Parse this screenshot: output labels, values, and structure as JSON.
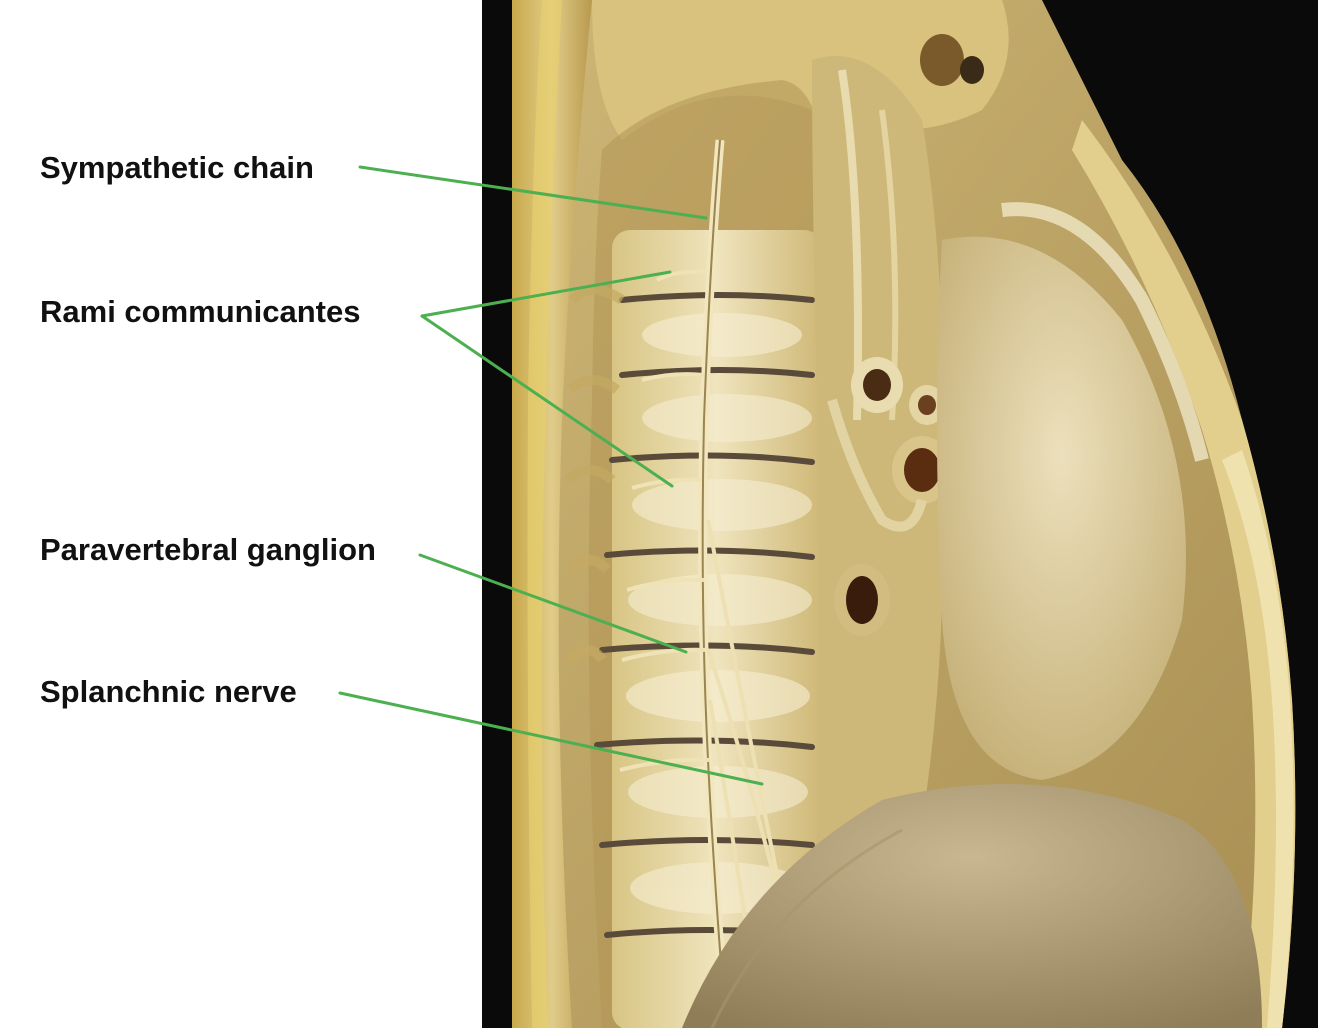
{
  "labels": {
    "sympathetic_chain": "Sympathetic chain",
    "rami_communicantes": "Rami communicantes",
    "paravertebral_ganglion": "Paravertebral ganglion",
    "splanchnic_nerve": "Splanchnic nerve"
  },
  "colors": {
    "leader_line": "#4caf50",
    "label_text": "#111111",
    "photo_background": "#0a0a0a",
    "tissue_base": "#d9c68a"
  }
}
